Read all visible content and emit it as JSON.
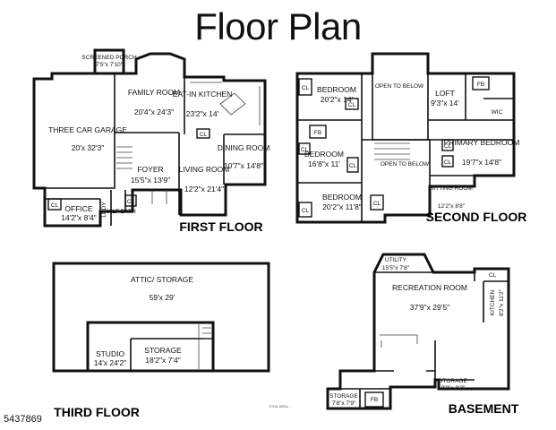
{
  "title": "Floor Plan",
  "floors": {
    "first": "FIRST FLOOR",
    "second": "SECOND FLOOR",
    "third": "THIRD FLOOR",
    "basement": "BASEMENT"
  },
  "rooms": {
    "screened_porch": {
      "name": "SCREENED PORCH",
      "dim": "7'5\"x 7'10\""
    },
    "family_room": {
      "name": "FAMILY ROOM",
      "dim": "20'4\"x 24'3\""
    },
    "eat_in_kitchen": {
      "name": "EAT-IN KITCHEN",
      "dim": "23'2\"x 14'"
    },
    "three_car_garage": {
      "name": "THREE CAR GARAGE",
      "dim": "20'x 32'3\""
    },
    "dining_room": {
      "name": "DINING ROOM",
      "dim": "10'7\"x 14'8\""
    },
    "foyer": {
      "name": "FOYER",
      "dim": "15'5\"x 13'9\""
    },
    "living_room": {
      "name": "LIVING ROOM",
      "dim": "12'2\"x 21'4\""
    },
    "office": {
      "name": "OFFICE",
      "dim": "14'2\"x 8'4\""
    },
    "half_bath": {
      "name": "HALF BATH"
    },
    "lndy": {
      "name": "LNDY"
    },
    "bedroom_1": {
      "name": "BEDROOM",
      "dim": "20'2\"x 14'"
    },
    "open_below_1": {
      "name": "OPEN TO BELOW"
    },
    "loft": {
      "name": "LOFT",
      "dim": "9'3\"x 14'"
    },
    "bedroom_2": {
      "name": "BEDROOM",
      "dim": "16'8\"x 11'"
    },
    "open_below_2": {
      "name": "OPEN TO BELOW"
    },
    "primary_bedroom": {
      "name": "PRIMARY BEDROOM",
      "dim": "19'7\"x 14'8\""
    },
    "bedroom_3": {
      "name": "BEDROOM",
      "dim": "20'2\"x 11'8\""
    },
    "sitting_room": {
      "name": "SITTING ROOM",
      "dim": "12'2\"x 8'8\""
    },
    "wic": {
      "name": "WIC"
    },
    "attic": {
      "name": "ATTIC/ STORAGE",
      "dim": "59'x 29'"
    },
    "studio": {
      "name": "STUDIO",
      "dim": "14'x 24'2\""
    },
    "storage_3": {
      "name": "STORAGE",
      "dim": "18'2\"x 7'4\""
    },
    "utility": {
      "name": "UTILITY",
      "dim": "15'5\"x 7'8\""
    },
    "recreation": {
      "name": "RECREATION ROOM",
      "dim": "37'9\"x 29'5\""
    },
    "kitchen_b": {
      "name": "KITCHEN",
      "dim": "8'2\"x 11'2\""
    },
    "storage_b1": {
      "name": "STORAGE",
      "dim": "7'8\"x 7'9\""
    },
    "storage_b2": {
      "name": "STORAGE",
      "dim": "9'9\"x 8'3\""
    }
  },
  "labels": {
    "cl": "CL",
    "fb": "FB"
  },
  "area_notes": "TOTAL AREA: ...",
  "mls_number": "5437869"
}
